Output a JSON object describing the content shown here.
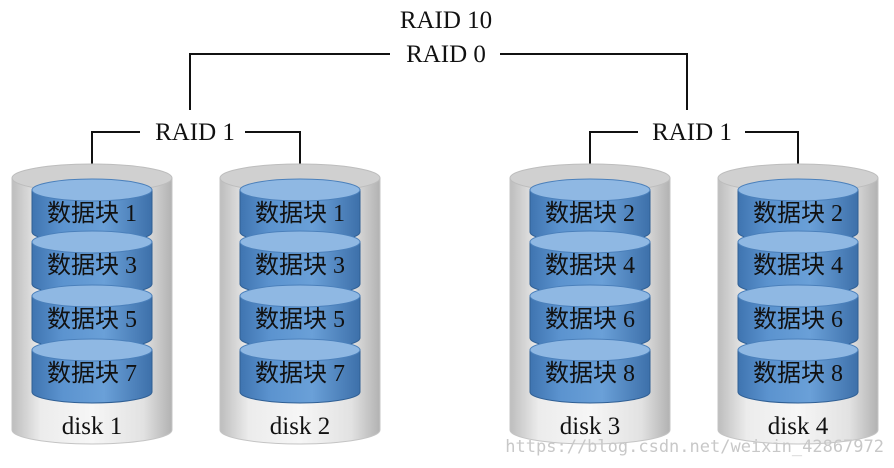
{
  "diagram": {
    "top_label": "RAID 10",
    "second_label": "RAID 0",
    "left_group_label": "RAID 1",
    "right_group_label": "RAID 1",
    "disks": [
      {
        "label": "disk 1",
        "blocks": [
          "数据块 1",
          "数据块 3",
          "数据块 5",
          "数据块 7"
        ]
      },
      {
        "label": "disk 2",
        "blocks": [
          "数据块 1",
          "数据块 3",
          "数据块 5",
          "数据块 7"
        ]
      },
      {
        "label": "disk 3",
        "blocks": [
          "数据块 2",
          "数据块 4",
          "数据块 6",
          "数据块 8"
        ]
      },
      {
        "label": "disk 4",
        "blocks": [
          "数据块 2",
          "数据块 4",
          "数据块 6",
          "数据块 8"
        ]
      }
    ],
    "watermark": "https://blog.csdn.net/weixin_42867972"
  },
  "colors": {
    "block_fill": "#5b93cf",
    "block_top": "#8fb8e3",
    "block_dark": "#3f74b0",
    "disk_body": "#dadada",
    "line": "#111111"
  }
}
